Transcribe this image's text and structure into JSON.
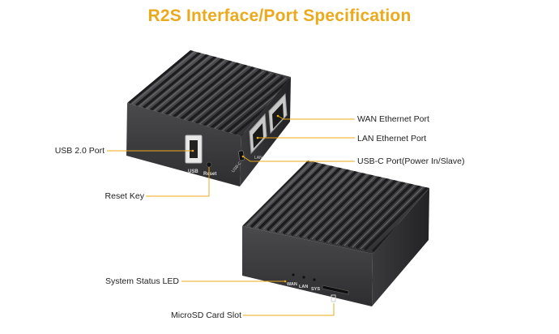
{
  "title": "R2S Interface/Port Specification",
  "accent_color": "#eba91c",
  "device_color": "#3b3b3e",
  "callouts": {
    "wan_port": "WAN Ethernet Port",
    "lan_port": "LAN Ethernet Port",
    "usbc_port": "USB-C Port(Power In/Slave)",
    "usb2_port": "USB 2.0 Port",
    "reset_key": "Reset Key",
    "status_led": "System Status LED",
    "microsd_slot": "MicroSD Card Slot"
  },
  "device_front_print": {
    "usb": "USB",
    "reset": "Reset",
    "usbc": "USB-C",
    "lan": "LAN"
  },
  "device_back_print": {
    "wan": "WAN",
    "lan": "LAN",
    "sys": "SYS"
  }
}
